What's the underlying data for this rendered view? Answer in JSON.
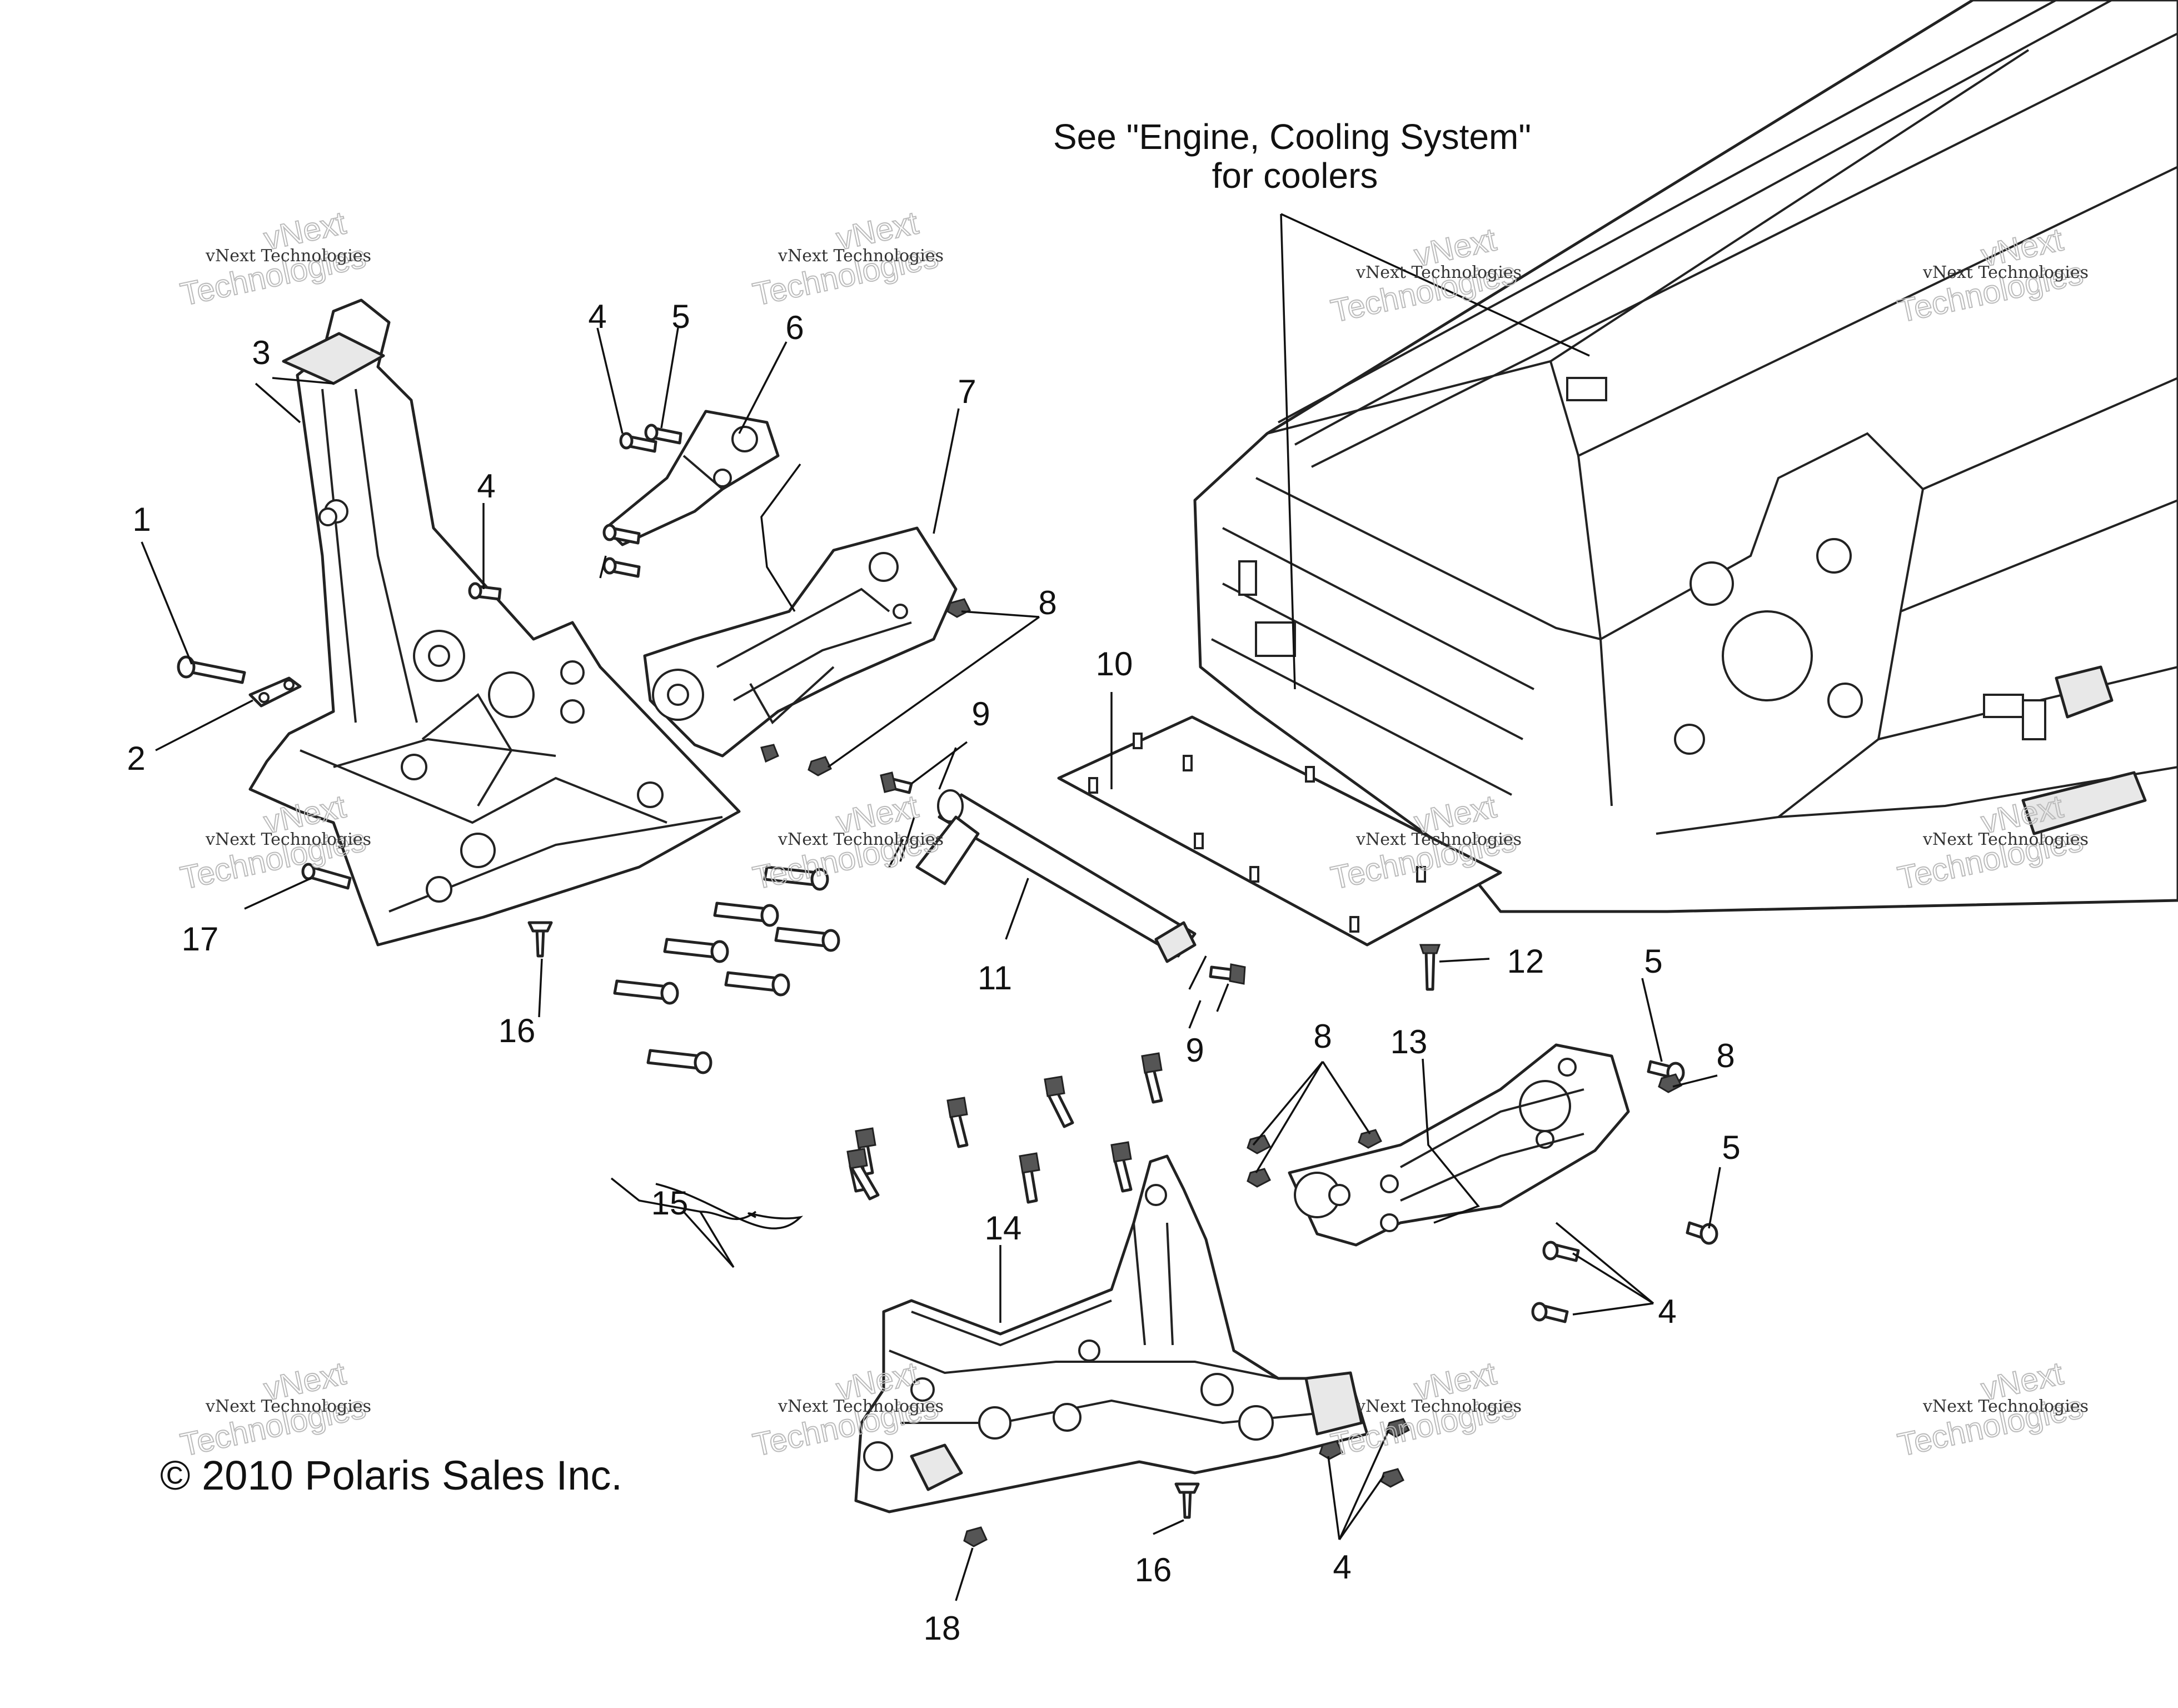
{
  "note": {
    "line1": "See \"Engine, Cooling System\"",
    "line2": "for coolers"
  },
  "copyright": "© 2010 Polaris Sales Inc.",
  "watermark": {
    "line1": "vNext Technologies",
    "line2": "Technologies",
    "line3": "vNext"
  },
  "callouts": [
    {
      "id": "c1",
      "text": "1"
    },
    {
      "id": "c2",
      "text": "2"
    },
    {
      "id": "c3",
      "text": "3"
    },
    {
      "id": "c4a",
      "text": "4"
    },
    {
      "id": "c5a",
      "text": "5"
    },
    {
      "id": "c6",
      "text": "6"
    },
    {
      "id": "c4b",
      "text": "4"
    },
    {
      "id": "c7",
      "text": "7"
    },
    {
      "id": "c8a",
      "text": "8"
    },
    {
      "id": "c9a",
      "text": "9"
    },
    {
      "id": "c10",
      "text": "10"
    },
    {
      "id": "c11",
      "text": "11"
    },
    {
      "id": "c9b",
      "text": "9"
    },
    {
      "id": "c12",
      "text": "12"
    },
    {
      "id": "c5b",
      "text": "5"
    },
    {
      "id": "c8b",
      "text": "8"
    },
    {
      "id": "c13",
      "text": "13"
    },
    {
      "id": "c8c",
      "text": "8"
    },
    {
      "id": "c5c",
      "text": "5"
    },
    {
      "id": "c4c",
      "text": "4"
    },
    {
      "id": "c14",
      "text": "14"
    },
    {
      "id": "c15",
      "text": "15"
    },
    {
      "id": "c16a",
      "text": "16"
    },
    {
      "id": "c17",
      "text": "17"
    },
    {
      "id": "c16b",
      "text": "16"
    },
    {
      "id": "c18",
      "text": "18"
    },
    {
      "id": "c4d",
      "text": "4"
    }
  ]
}
